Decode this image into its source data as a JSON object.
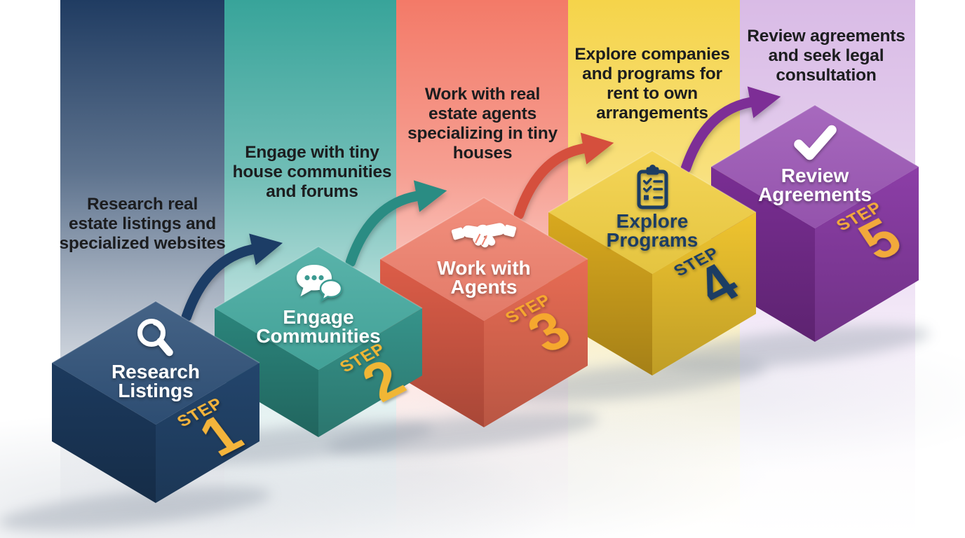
{
  "steps": [
    {
      "step_label": "STEP",
      "step_number": "1",
      "description_lines": [
        "Research real",
        "estate listings and",
        "specialized websites"
      ],
      "cube_label_lines": [
        "Research",
        "Listings"
      ],
      "icon": "magnifier-icon",
      "colors": {
        "band": "#203c62",
        "cube_top": "#305279",
        "cube_left": "#1c3a5e",
        "cube_right": "#23456c",
        "arrow_to_next": "#1d3c66",
        "step_text": "#f4b43a",
        "label_text": "#ffffff",
        "icon_color": "#ffffff"
      }
    },
    {
      "step_label": "STEP",
      "step_number": "2",
      "description_lines": [
        "Engage with tiny",
        "house communities",
        "and forums"
      ],
      "cube_label_lines": [
        "Engage",
        "Communities"
      ],
      "icon": "chat-bubbles-icon",
      "colors": {
        "band": "#38a49a",
        "cube_top": "#46aba1",
        "cube_left": "#2b857c",
        "cube_right": "#36938a",
        "arrow_to_next": "#2a8c83",
        "step_text": "#f0b636",
        "label_text": "#ffffff",
        "icon_color": "#ffffff"
      }
    },
    {
      "step_label": "STEP",
      "step_number": "3",
      "description_lines": [
        "Work with real",
        "estate agents",
        "specializing in tiny",
        "houses"
      ],
      "cube_label_lines": [
        "Work with",
        "Agents"
      ],
      "icon": "handshake-icon",
      "colors": {
        "band": "#f37a68",
        "cube_top": "#f0826f",
        "cube_left": "#dd5d48",
        "cube_right": "#e76c54",
        "arrow_to_next": "#d5503c",
        "step_text": "#f5a82e",
        "label_text": "#ffffff",
        "icon_color": "#ffffff"
      }
    },
    {
      "step_label": "STEP",
      "step_number": "4",
      "description_lines": [
        "Explore companies",
        "and programs for",
        "rent to own",
        "arrangements"
      ],
      "cube_label_lines": [
        "Explore",
        "Programs"
      ],
      "icon": "clipboard-icon",
      "colors": {
        "band": "#f5d44a",
        "cube_top": "#f3d044",
        "cube_left": "#d9a91e",
        "cube_right": "#efc42f",
        "arrow_to_next": "#7d2f96",
        "step_text": "#1e3c64",
        "label_text": "#1e3c64",
        "icon_color": "#1e3c64"
      }
    },
    {
      "step_label": "STEP",
      "step_number": "5",
      "description_lines": [
        "Review agreements",
        "and seek legal",
        "consultation"
      ],
      "cube_label_lines": [
        "Review",
        "Agreements"
      ],
      "icon": "check-icon",
      "colors": {
        "band": "#d9bbe6",
        "cube_top": "#9d58b7",
        "cube_left": "#7a2e94",
        "cube_right": "#8c3ea7",
        "arrow_to_next": null,
        "step_text": "#f2a93a",
        "label_text": "#ffffff",
        "icon_color": "#ffffff"
      }
    }
  ]
}
